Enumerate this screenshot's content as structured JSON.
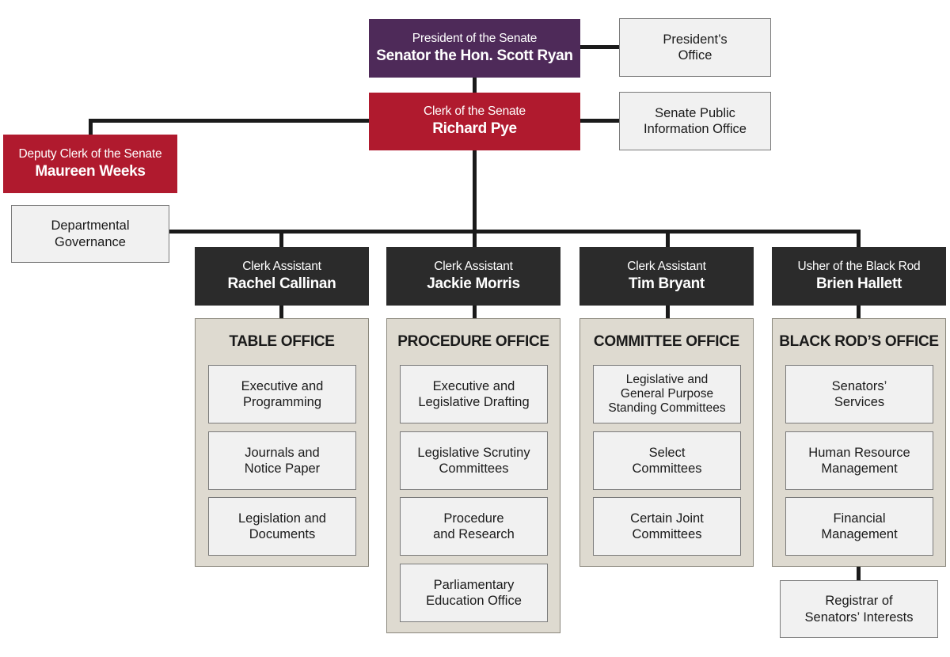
{
  "president": {
    "role": "President of the Senate",
    "name": "Senator the Hon. Scott Ryan"
  },
  "presidents_office": {
    "line1": "President’s",
    "line2": "Office"
  },
  "clerk": {
    "role": "Clerk of the Senate",
    "name": "Richard Pye"
  },
  "public_info_office": {
    "line1": "Senate Public",
    "line2": "Information Office"
  },
  "deputy_clerk": {
    "role": "Deputy Clerk of the Senate",
    "name": "Maureen Weeks"
  },
  "departmental_governance": {
    "line1": "Departmental",
    "line2": "Governance"
  },
  "departments": [
    {
      "head_role": "Clerk Assistant",
      "head_name": "Rachel Callinan",
      "office": "TABLE OFFICE",
      "units": [
        {
          "line1": "Executive and",
          "line2": "Programming"
        },
        {
          "line1": "Journals and",
          "line2": "Notice Paper"
        },
        {
          "line1": "Legislation and",
          "line2": "Documents"
        }
      ]
    },
    {
      "head_role": "Clerk Assistant",
      "head_name": "Jackie Morris",
      "office": "PROCEDURE OFFICE",
      "units": [
        {
          "line1": "Executive and",
          "line2": "Legislative Drafting"
        },
        {
          "line1": "Legislative Scrutiny",
          "line2": "Committees"
        },
        {
          "line1": "Procedure",
          "line2": "and Research"
        },
        {
          "line1": "Parliamentary",
          "line2": "Education Office"
        }
      ]
    },
    {
      "head_role": "Clerk Assistant",
      "head_name": "Tim Bryant",
      "office": "COMMITTEE OFFICE",
      "units": [
        {
          "line1": "Legislative and",
          "line2": "General Purpose",
          "line3": "Standing Committees"
        },
        {
          "line1": "Select",
          "line2": "Committees"
        },
        {
          "line1": "Certain Joint",
          "line2": "Committees"
        }
      ]
    },
    {
      "head_role": "Usher of the Black Rod",
      "head_name": "Brien Hallett",
      "office": "BLACK ROD’S OFFICE",
      "units": [
        {
          "line1": "Senators’",
          "line2": "Services"
        },
        {
          "line1": "Human Resource",
          "line2": "Management"
        },
        {
          "line1": "Financial",
          "line2": "Management"
        }
      ]
    }
  ],
  "registrar": {
    "line1": "Registrar of",
    "line2": "Senators’ Interests"
  }
}
